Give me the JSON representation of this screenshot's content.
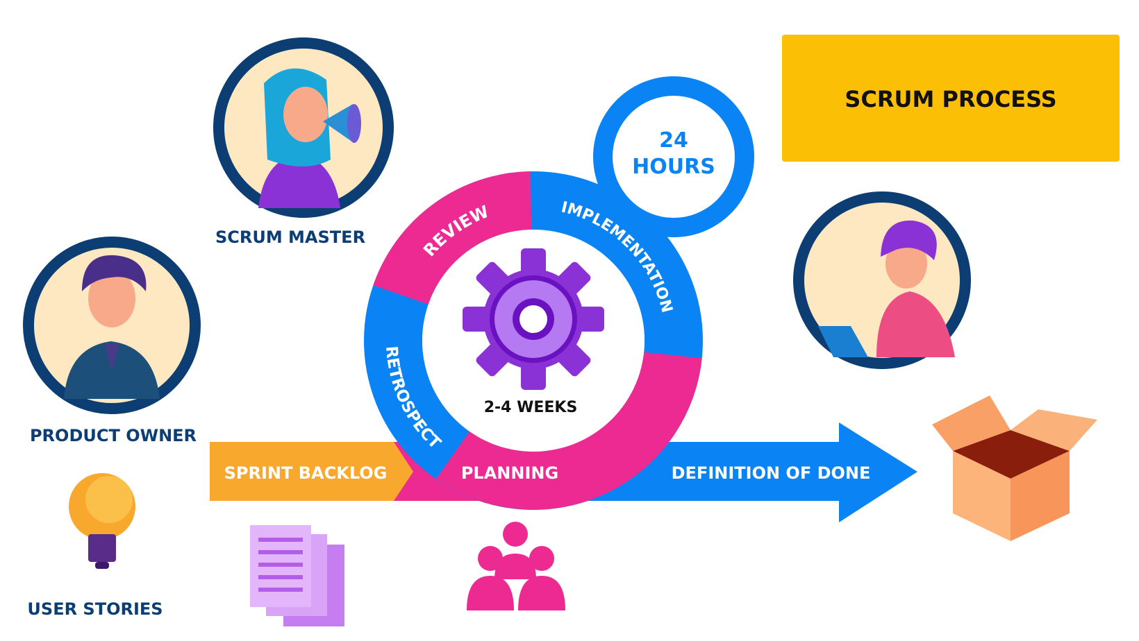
{
  "title": "SCRUM PROCESS",
  "roles": {
    "scrum_master": "SCRUM MASTER",
    "product_owner": "PRODUCT OWNER",
    "user_stories": "USER STORIES"
  },
  "daily": {
    "line1": "24",
    "line2": "HOURS"
  },
  "cycle": {
    "review": "REVIEW",
    "implementation": "IMPLEMENTATION",
    "retrospect": "RETROSPECT",
    "duration": "2-4 WEEKS"
  },
  "flow": {
    "sprint_backlog": "SPRINT BACKLOG",
    "planning": "PLANNING",
    "definition_of_done": "DEFINITION OF DONE"
  },
  "colors": {
    "blue": "#0a84f5",
    "pink": "#ec2a92",
    "orange": "#f9a82e",
    "navy": "#0d3e73",
    "yellow": "#fbbf06",
    "purple": "#8a32d6"
  }
}
